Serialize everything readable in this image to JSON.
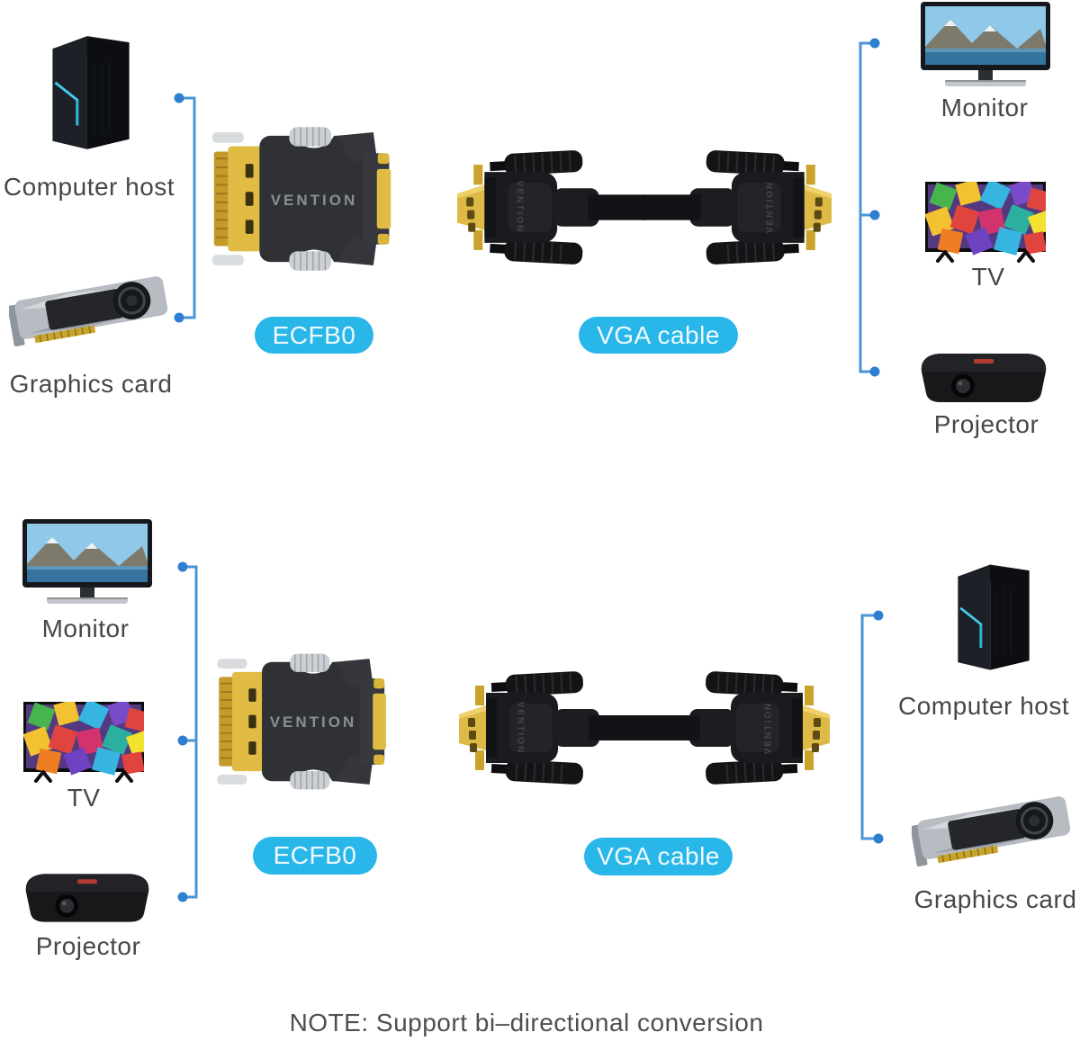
{
  "brand": "VENTION",
  "note": "NOTE: Support bi–directional conversion",
  "colors": {
    "badge_background": "#29b6e8",
    "badge_text": "#eefaff",
    "bracket_line": "#4a94d9",
    "bracket_dot": "#2e7fd0",
    "label_text": "#474747"
  },
  "top_diagram": {
    "sources": [
      {
        "label": "Computer host"
      },
      {
        "label": "Graphics card"
      }
    ],
    "adapter_label": "ECFB0",
    "cable_label": "VGA cable",
    "displays": [
      {
        "label": "Monitor"
      },
      {
        "label": "TV"
      },
      {
        "label": "Projector"
      }
    ]
  },
  "bottom_diagram": {
    "displays": [
      {
        "label": "Monitor"
      },
      {
        "label": "TV"
      },
      {
        "label": "Projector"
      }
    ],
    "adapter_label": "ECFB0",
    "cable_label": "VGA cable",
    "sources": [
      {
        "label": "Computer host"
      },
      {
        "label": "Graphics card"
      }
    ]
  }
}
